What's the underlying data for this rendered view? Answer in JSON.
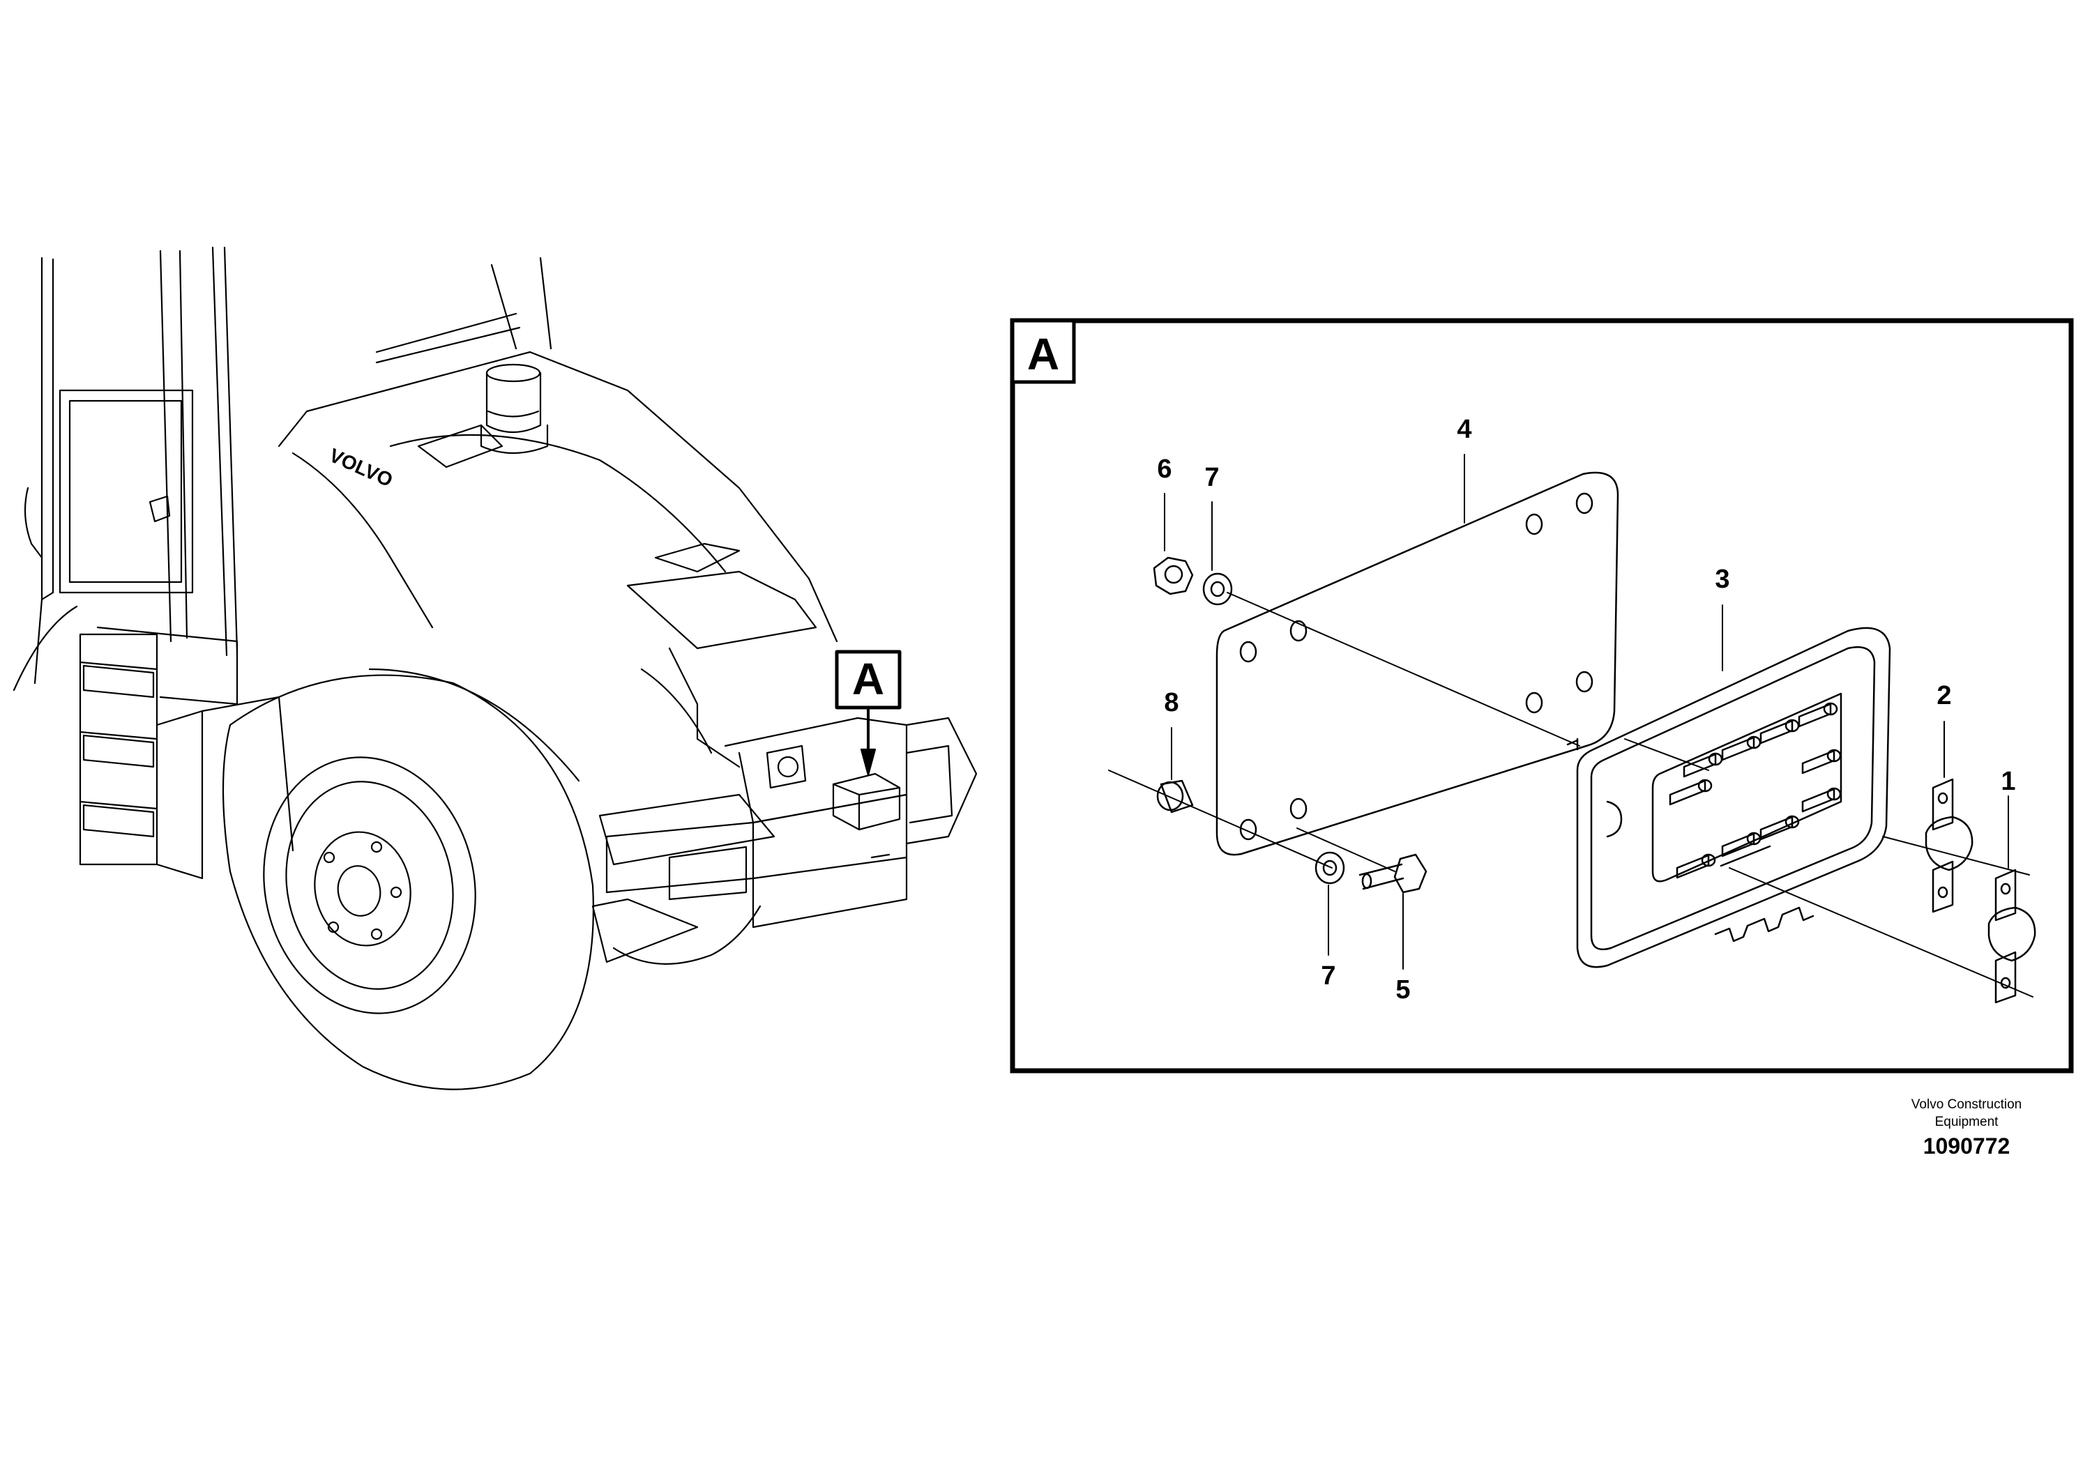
{
  "detail_view": {
    "letter": "A"
  },
  "callouts": {
    "c1": "1",
    "c2": "2",
    "c3": "3",
    "c4": "4",
    "c5": "5",
    "c6": "6",
    "c7a": "7",
    "c7b": "7",
    "c8": "8"
  },
  "machine": {
    "hood_brand": "VOLVO",
    "detail_marker": "A"
  },
  "caption": {
    "company_line1": "Volvo Construction",
    "company_line2": "Equipment",
    "number": "1090772"
  },
  "colors": {
    "line": "#000000",
    "background": "#ffffff"
  }
}
